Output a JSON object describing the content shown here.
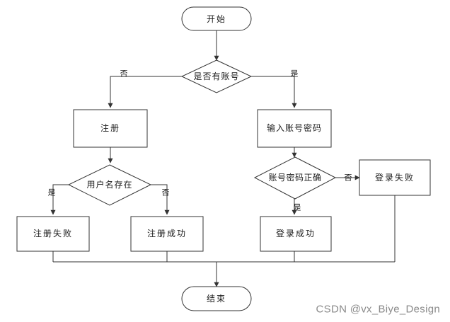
{
  "nodes": {
    "start": "开始",
    "has_account": "是否有账号",
    "register": "注册",
    "enter_credentials": "输入账号密码",
    "username_exists": "用户名存在",
    "credentials_correct": "账号密码正确",
    "login_failed": "登录失败",
    "register_failed": "注册失败",
    "register_success": "注册成功",
    "login_success": "登录成功",
    "end": "结束"
  },
  "edges": {
    "no_account": "否",
    "yes_account": "是",
    "username_yes": "是",
    "username_no": "否",
    "credentials_no": "否",
    "credentials_yes": "是"
  },
  "watermark": "CSDN @vx_Biye_Design",
  "colors": {
    "stroke": "#333333",
    "watermark": "#8a8a8a",
    "background": "#ffffff"
  }
}
